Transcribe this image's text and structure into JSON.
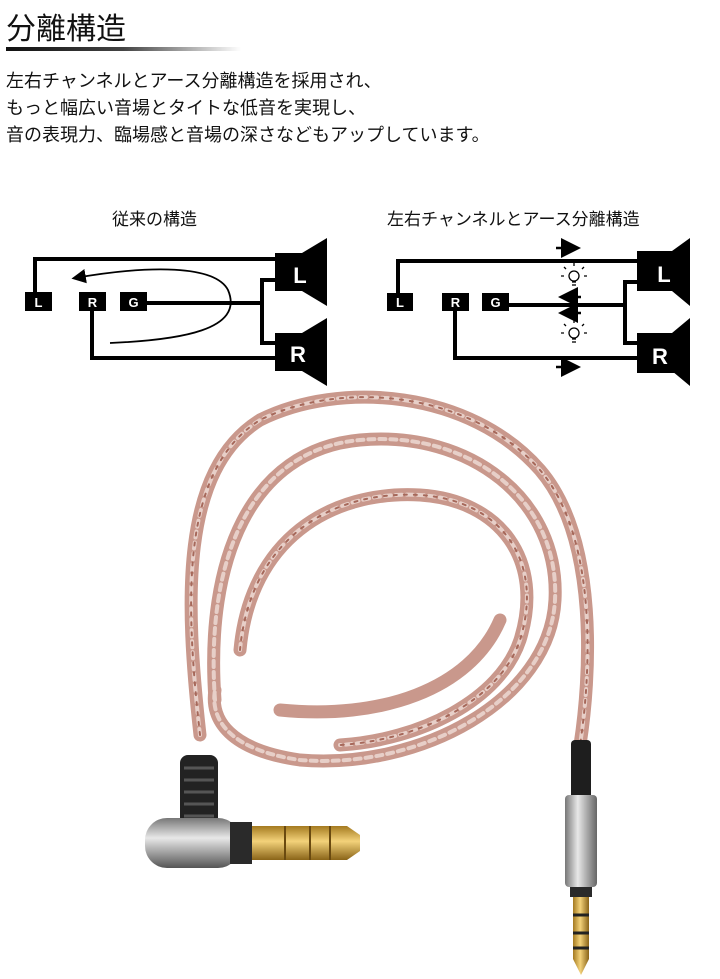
{
  "header": {
    "title": "分離構造"
  },
  "description": [
    "左右チャンネルとアース分離構造を採用され、",
    "もっと幅広い音場とタイトな低音を実現し、",
    "音の表現力、臨場感と音場の深さなどもアップしています。"
  ],
  "diagrams": [
    {
      "title": "従来の構造",
      "plug_labels": [
        "L",
        "R",
        "G"
      ],
      "speaker_labels": [
        "L",
        "R"
      ]
    },
    {
      "title": "左右チャンネルとアース分離構造",
      "plug_labels": [
        "L",
        "R",
        "G"
      ],
      "speaker_labels": [
        "L",
        "R"
      ]
    }
  ],
  "colors": {
    "cable": "#d4a69a",
    "cable_dark": "#b9786a",
    "gold": "#d4a640",
    "text": "#111111"
  }
}
